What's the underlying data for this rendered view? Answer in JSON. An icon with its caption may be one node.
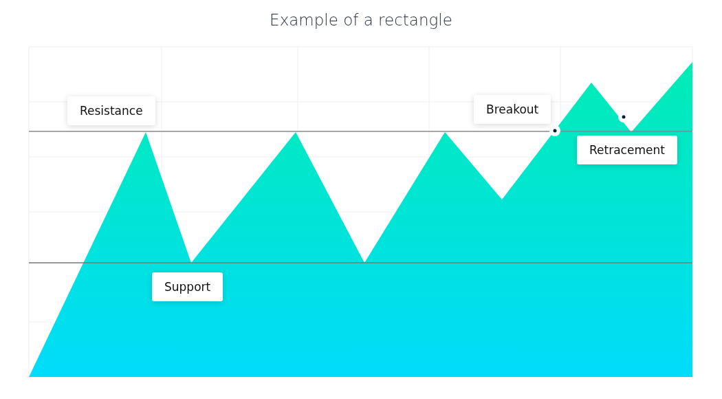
{
  "diagram": {
    "title": "Example of a rectangle",
    "labels": [
      "Resistance",
      "Breakout",
      "Retracement",
      "Support"
    ]
  }
}
